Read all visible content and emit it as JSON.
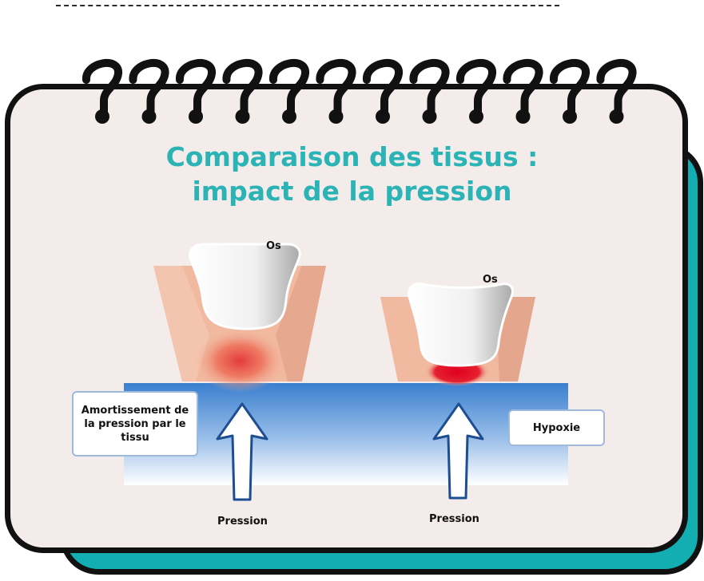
{
  "title": {
    "line1": "Comparaison des tissus :",
    "line2": "impact de la pression"
  },
  "left_tissue": {
    "bone_label": "Os",
    "callout": "Amortissement de la pression par le tissu",
    "pressure_label": "Pression"
  },
  "right_tissue": {
    "bone_label": "Os",
    "callout": "Hypoxie",
    "pressure_label": "Pression"
  },
  "colors": {
    "title": "#2bb3b5",
    "shadow": "#12aeb1",
    "paper": "#f4ecea",
    "tissue": "#f1b9a0",
    "pressure_zone": "#e33a3a",
    "surface_blue": "#3a7fcf"
  },
  "icons": [
    "spiral-ring-icon",
    "bone-icon",
    "up-arrow-icon"
  ]
}
